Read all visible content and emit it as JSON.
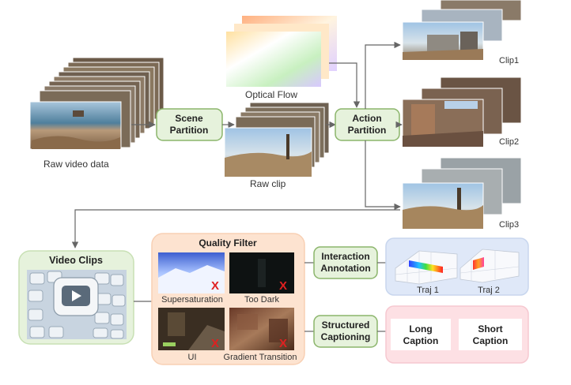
{
  "labels": {
    "raw_video": "Raw video data",
    "scene_partition": [
      "Scene",
      "Partition"
    ],
    "optical_flow": "Optical Flow",
    "raw_clip": "Raw clip",
    "action_partition": [
      "Action",
      "Partition"
    ],
    "clip1": "Clip1",
    "clip2": "Clip2",
    "clip3": "Clip3",
    "video_clips": "Video Clips",
    "quality_filter": "Quality Filter",
    "filters": [
      "Supersaturation",
      "Too Dark",
      "UI",
      "Gradient Transition"
    ],
    "reject_mark": "X",
    "interaction_annotation": [
      "Interaction",
      "Annotation"
    ],
    "structured_captioning": [
      "Structured",
      "Captioning"
    ],
    "traj1": "Traj 1",
    "traj2": "Traj 2",
    "long_caption": [
      "Long",
      "Caption"
    ],
    "short_caption": [
      "Short",
      "Caption"
    ]
  },
  "colors": {
    "green_fill": "#e6f2dc",
    "green_stroke": "#8bb56b",
    "orange_panel": "#fde3d0",
    "blue_panel": "#dfe8f8",
    "pink_panel": "#fde0e4",
    "arrow": "#666666",
    "reject": "#e02020"
  },
  "icons": [
    "play-icon"
  ]
}
